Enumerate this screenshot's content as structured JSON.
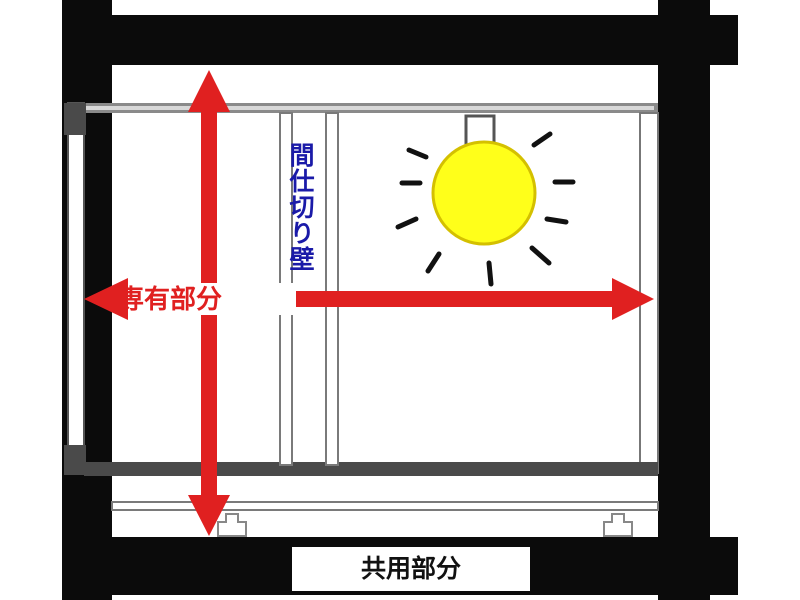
{
  "labels": {
    "partition_wall": "間仕切り壁",
    "exclusive_area": "専有部分",
    "common_area": "共用部分"
  },
  "colors": {
    "structure": "#0b0b0b",
    "arrow": "#e02020",
    "partition_text": "#1a1aa8",
    "sun_fill": "#ffff1a",
    "sun_stroke": "#d4c000"
  },
  "icons": {
    "light": "sun-icon"
  }
}
